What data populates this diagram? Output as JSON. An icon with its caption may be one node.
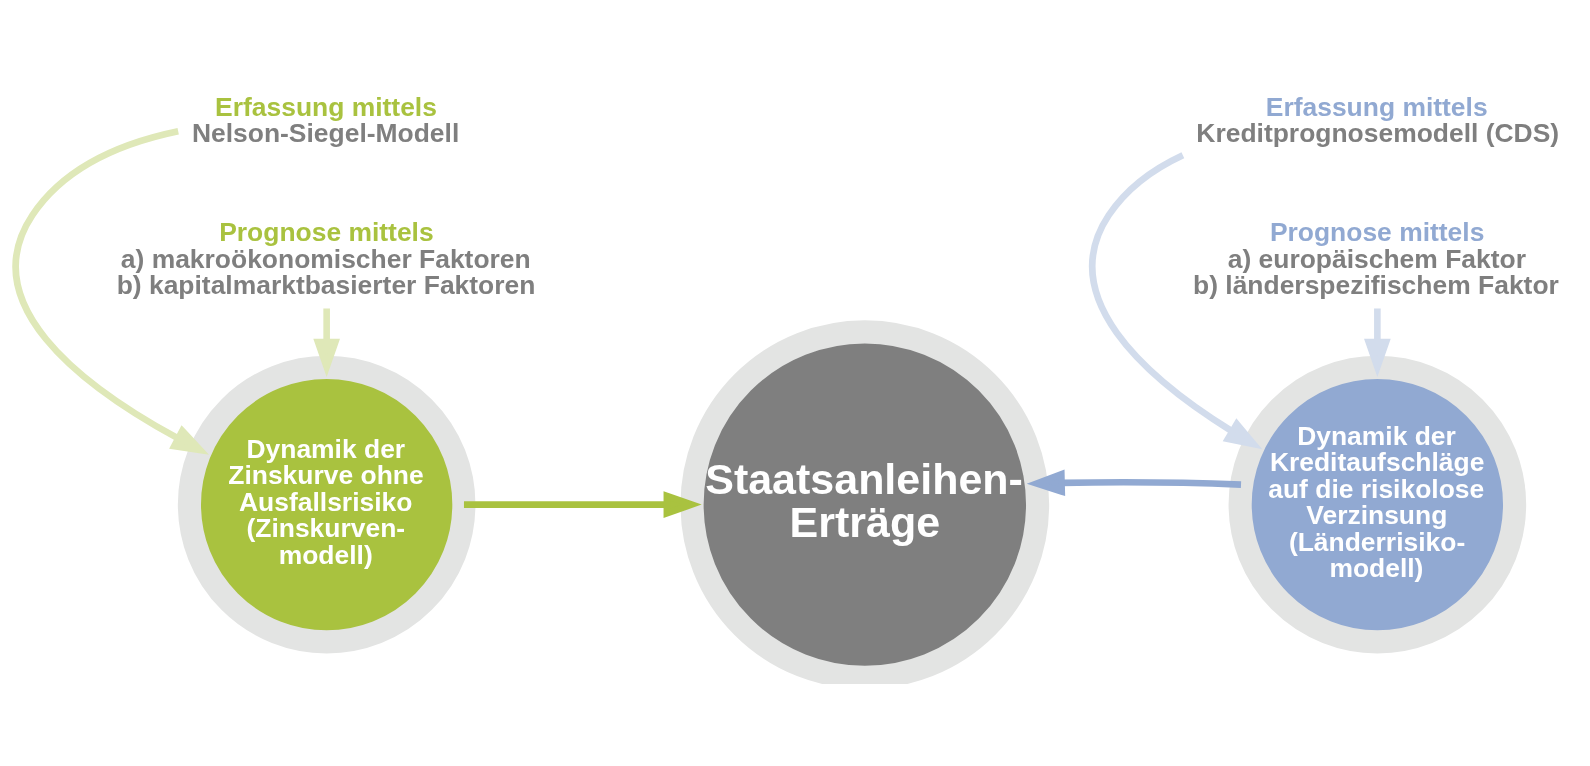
{
  "diagram": {
    "nodes": [
      {
        "text": [
          "Erfassung mittels",
          "Nelson-Siegel-Modell"
        ]
      },
      {
        "text": [
          "Dynamik der Zinskurve ohne Ausfallsrisiko (Zinskurven- modell)"
        ]
      },
      {
        "text": [
          "Prognose mittels",
          "a) makroökonomischer Faktoren",
          "b) kapitalmarktbasierter Faktoren"
        ]
      },
      {
        "text": [
          "Staatsanleihen- Erträge"
        ]
      },
      {
        "text": [
          "Dynamik der Kreditaufschläge auf die risikolose Verzinsung (Länderrisiko- modell)"
        ]
      },
      {
        "text": [
          "Erfassung mittels",
          "Kreditprognosemodell (CDS)"
        ]
      },
      {
        "text": [
          "Prognose mittels",
          "a) europäischem Faktor",
          "b) länderspezifischem Faktor"
        ]
      }
    ],
    "edges": [
      {
        "from": 0,
        "to": 1,
        "arrow": "to",
        "color": "#dfe8b8"
      },
      {
        "from": 2,
        "to": 1,
        "arrow": "to",
        "color": "#dfe8b8"
      },
      {
        "from": 1,
        "to": 3,
        "arrow": "to",
        "color": "#a9c23f"
      },
      {
        "from": 4,
        "to": 3,
        "arrow": "to",
        "color": "#91a9d2"
      },
      {
        "from": 5,
        "to": 4,
        "arrow": "to",
        "color": "#d2dcec"
      },
      {
        "from": 6,
        "to": 4,
        "arrow": "to",
        "color": "#d2dcec"
      }
    ]
  }
}
